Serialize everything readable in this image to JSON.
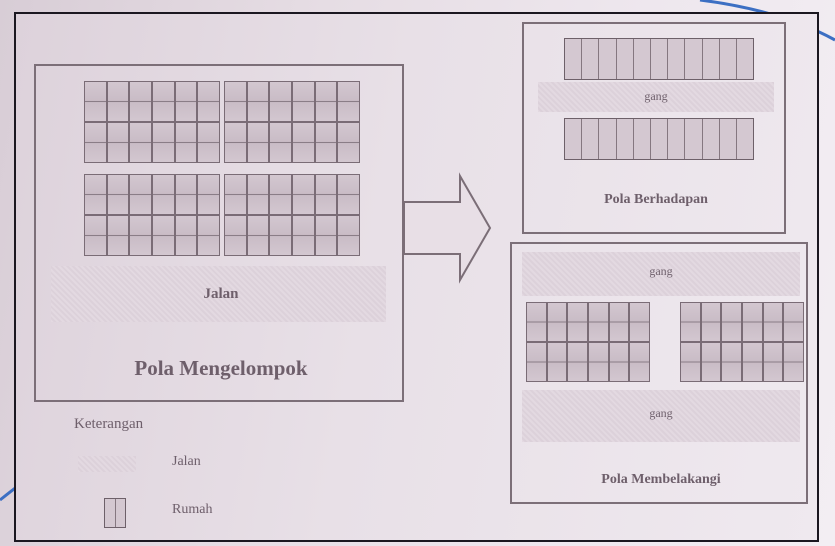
{
  "labels": {
    "jalan_center": "Jalan",
    "pola_mengelompok": "Pola Mengelompok",
    "gang_top": "gang",
    "pola_berhadapan": "Pola Berhadapan",
    "gang_mid": "gang",
    "gang_bottom": "gang",
    "pola_membelakangi": "Pola Membelakangi",
    "keterangan": "Keterangan",
    "legend_jalan": "Jalan",
    "legend_rumah": "Rumah"
  }
}
